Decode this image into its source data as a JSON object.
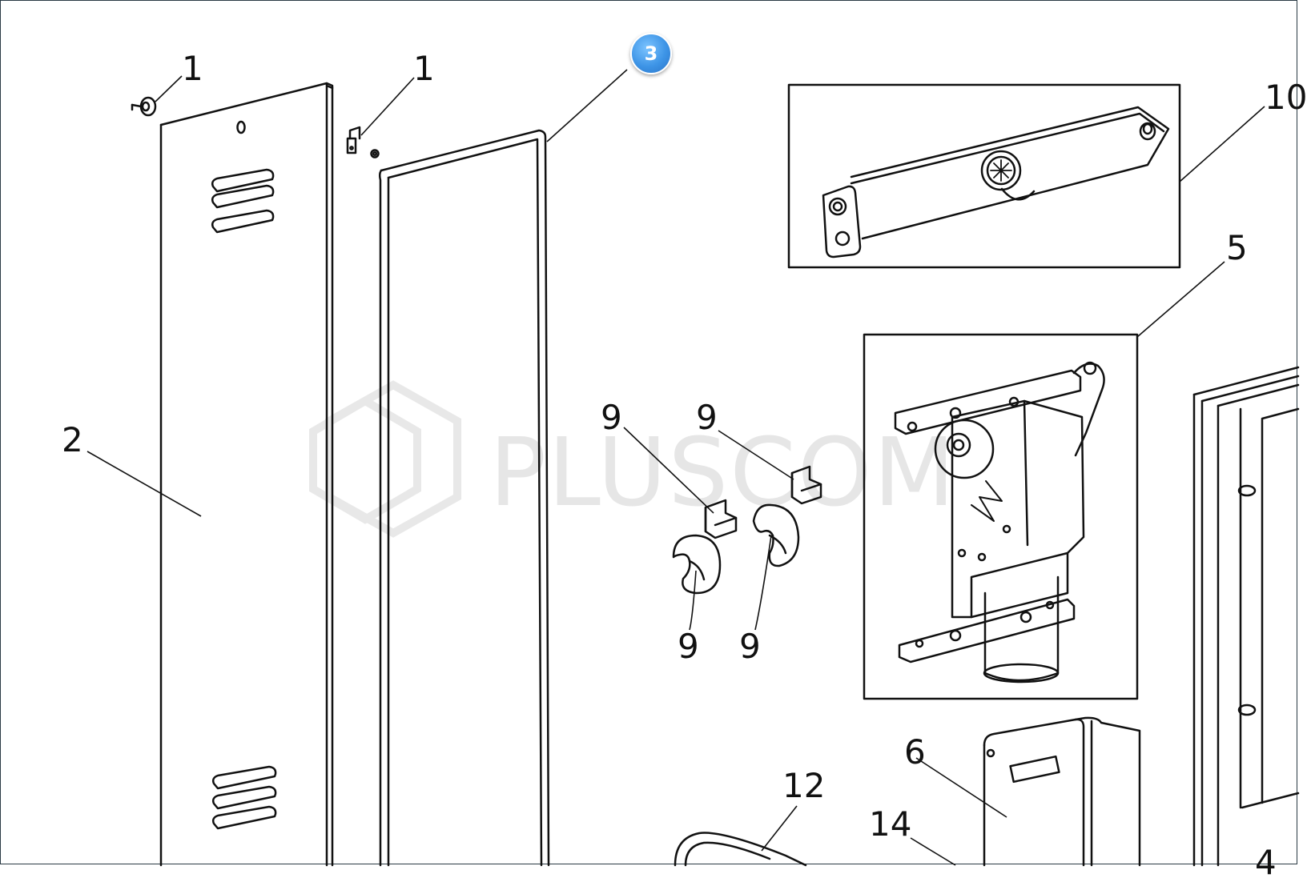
{
  "badge": {
    "number": "3",
    "color": "#3d94e6"
  },
  "watermark": {
    "text": "PLUSCOM",
    "color": "#e6e6e6"
  },
  "callouts": {
    "c1a": "1",
    "c1b": "1",
    "c2": "2",
    "c10": "10",
    "c5": "5",
    "c9a": "9",
    "c9b": "9",
    "c9c": "9",
    "c9d": "9",
    "c6": "6",
    "c12": "12",
    "c14": "14",
    "c4": "4"
  },
  "colors": {
    "line": "#111111",
    "background": "#ffffff",
    "frame": "#2a3a44"
  }
}
